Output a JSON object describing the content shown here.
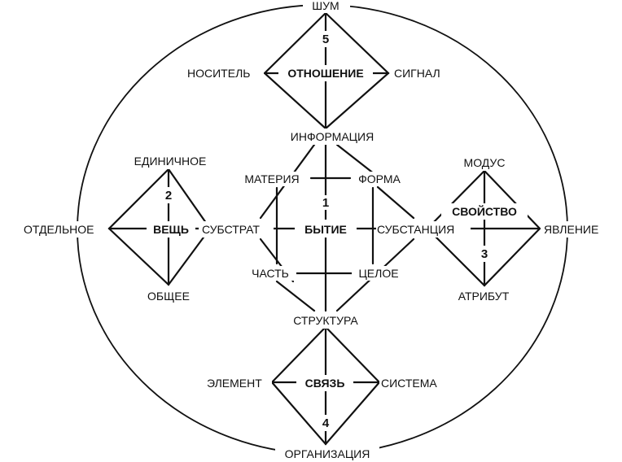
{
  "diagram": {
    "top": {
      "label": "ШУМ"
    },
    "bottom": {
      "label": "ОРГАНИЗАЦИЯ"
    },
    "group5": {
      "number": "5",
      "center": "ОТНОШЕНИЕ",
      "left": "НОСИТЕЛЬ",
      "right": "СИГНАЛ",
      "bottom": "ИНФОРМАЦИЯ"
    },
    "group1": {
      "number": "1",
      "center": "БЫТИЕ",
      "top_left": "МАТЕРИЯ",
      "top_right": "ФОРМА",
      "bottom_left": "ЧАСТЬ",
      "bottom_right": "ЦЕЛОЕ",
      "left": "СУБСТРАТ",
      "right": "СУБСТАНЦИЯ"
    },
    "group2": {
      "number": "2",
      "center": "ВЕЩЬ",
      "top": "ЕДИНИЧНОЕ",
      "bottom": "ОБЩЕЕ",
      "left": "ОТДЕЛЬНОЕ"
    },
    "group3": {
      "number": "3",
      "center": "СВОЙСТВО",
      "top": "МОДУС",
      "bottom": "АТРИБУТ",
      "right": "ЯВЛЕНИЕ"
    },
    "group4": {
      "number": "4",
      "center": "СВЯЗЬ",
      "top": "СТРУКТУРА",
      "left": "ЭЛЕМЕНТ",
      "right": "СИСТЕМА"
    }
  }
}
